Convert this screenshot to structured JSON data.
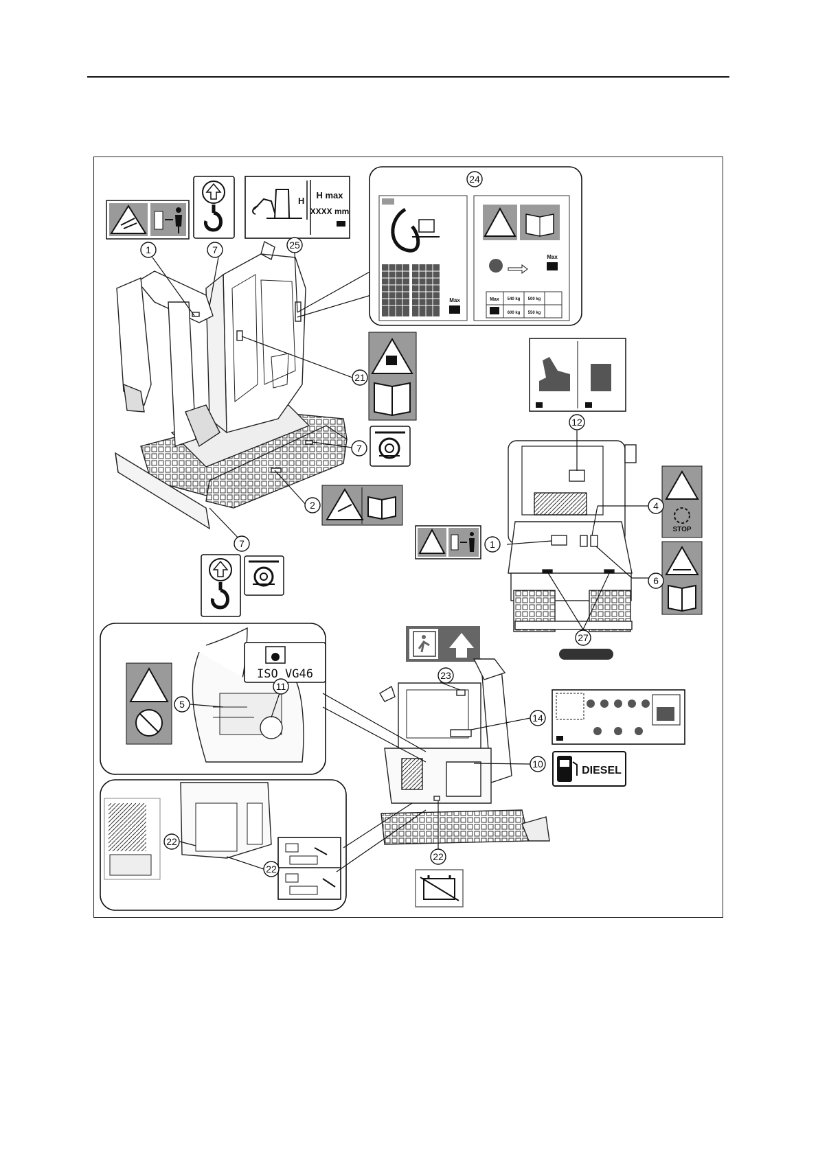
{
  "callouts": {
    "c1a": "1",
    "c7a": "7",
    "c25": "25",
    "c24": "24",
    "c21": "21",
    "c7b": "7",
    "c2": "2",
    "c7c": "7",
    "c12": "12",
    "c4": "4",
    "c1b": "1",
    "c6": "6",
    "c27": "27",
    "c23": "23",
    "c5": "5",
    "c11": "11",
    "c14": "14",
    "c10": "10",
    "c22a": "22",
    "c22b": "22",
    "c22c": "22"
  },
  "decals": {
    "hmax_line1": "H max",
    "hmax_line2": "XXXX mm",
    "hmax_h": "H",
    "oil_label": "ISO VG46",
    "stop_label": "STOP",
    "fuel_label": "DIESEL",
    "max_label_1": "Max",
    "max_label_2": "Max",
    "max_label_3": "Max",
    "kg_label": "kg",
    "load_540": "540 kg",
    "load_500": "500 kg",
    "load_600": "600 kg",
    "load_550": "550 kg"
  },
  "colors": {
    "decal_grey": "#9a9a9a",
    "decal_dark": "#555555",
    "line": "#111111"
  }
}
